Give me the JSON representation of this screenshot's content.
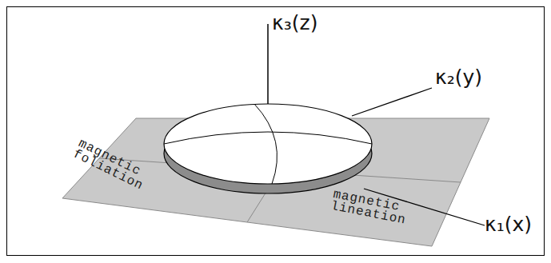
{
  "diagram": {
    "labels": [
      "κ₃(z)",
      "κ₂(y)",
      "κ₁(x)",
      "magnetic foliation",
      "magnetic lineation"
    ]
  }
}
